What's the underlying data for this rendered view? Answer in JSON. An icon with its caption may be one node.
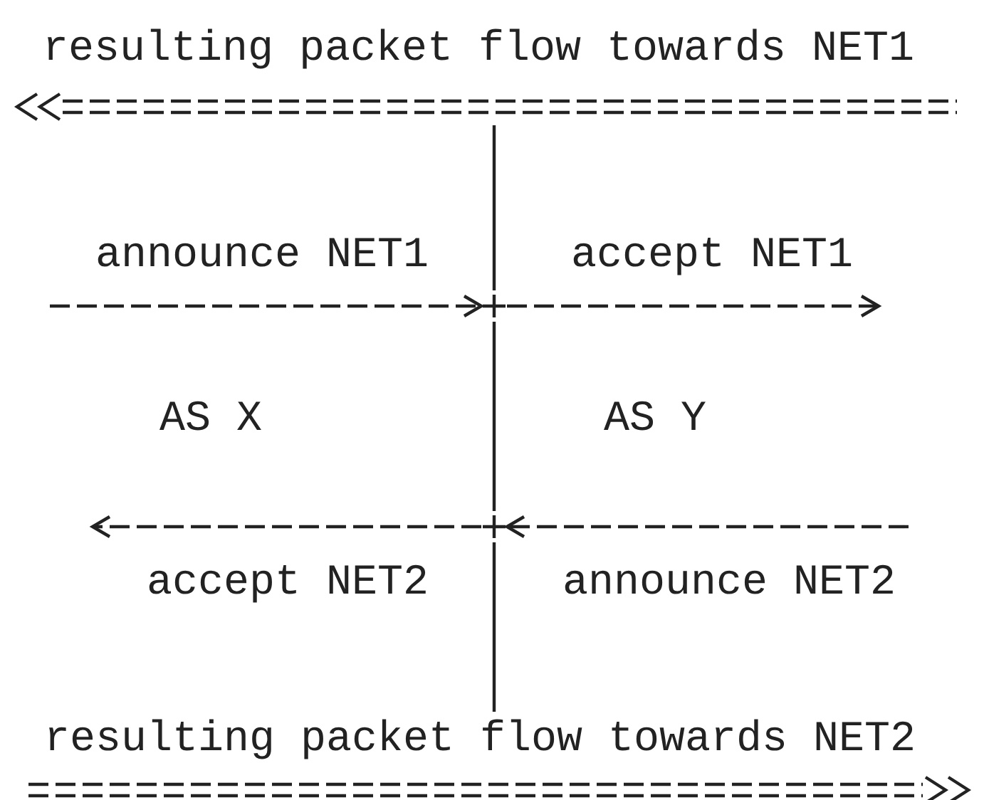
{
  "diagram": {
    "nodes": [
      {
        "text": [
          "AS X"
        ]
      },
      {
        "text": [
          "AS Y"
        ]
      },
      {
        "text": [],
        "shape": "cross"
      },
      {
        "text": [],
        "shape": "cross"
      }
    ],
    "edges": [
      {
        "from": null,
        "to": 2,
        "arrow": "to",
        "label": "announce NET1"
      },
      {
        "from": 2,
        "to": null,
        "arrow": "to",
        "label": "accept NET1"
      },
      {
        "from": 3,
        "to": null,
        "arrow": "to",
        "label": "accept NET2"
      },
      {
        "from": null,
        "to": 3,
        "arrow": "to",
        "label": "announce NET2"
      }
    ],
    "labels": [
      "resulting packet flow towards NET1",
      "resulting packet flow towards NET2"
    ]
  }
}
